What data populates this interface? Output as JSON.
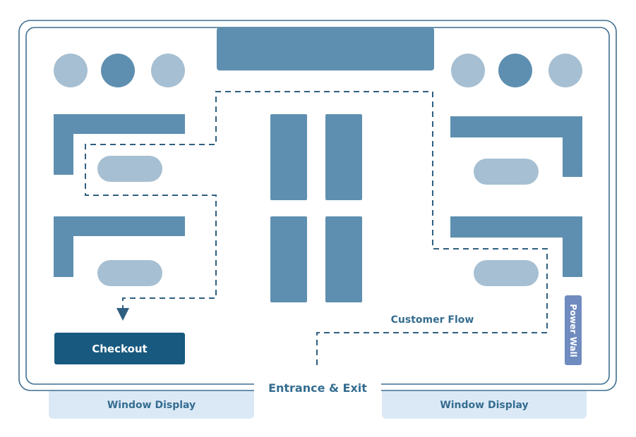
{
  "colors": {
    "background": "#ffffff",
    "wall": "#3f6f8f",
    "fixture": "#5e8fb0",
    "fixture_light": "#a6bfd2",
    "checkout": "#18597f",
    "window_display": "#dbe9f6",
    "power_wall": "#6f8bbf",
    "flow_path": "#2f5f80",
    "label_text": "#356d90"
  },
  "labels": {
    "checkout": "Checkout",
    "customer_flow": "Customer Flow",
    "entrance_exit": "Entrance & Exit",
    "window_display_left": "Window Display",
    "window_display_right": "Window Display",
    "power_wall": "Power Wall"
  },
  "icons": {
    "flow_arrow": "arrow-down-icon"
  }
}
